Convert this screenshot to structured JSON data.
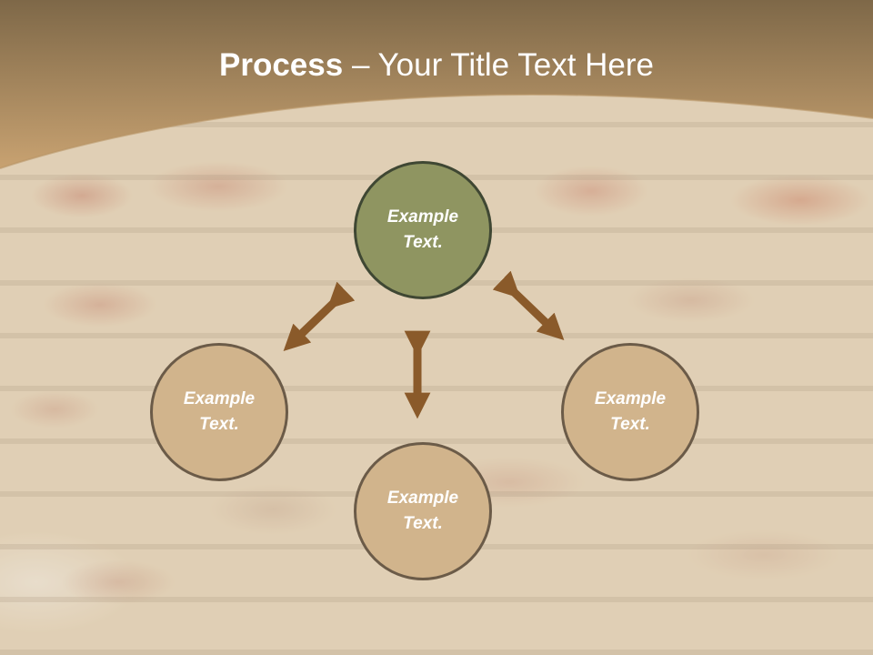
{
  "slide": {
    "title_strong": "Process",
    "title_rest": " – Your Title Text Here"
  },
  "colors": {
    "header_top": "#7e6848",
    "header_bottom": "#c8a271",
    "center_node": "#8f9561",
    "outer_node": "#d1b48c",
    "node_border": "#6b5b48",
    "arrow": "#8a5a2a"
  },
  "diagram": {
    "nodes": [
      {
        "id": "top",
        "label": "Example Text."
      },
      {
        "id": "left",
        "label": "Example Text."
      },
      {
        "id": "bottom",
        "label": "Example Text."
      },
      {
        "id": "right",
        "label": "Example Text."
      }
    ],
    "arrows": [
      "top-left",
      "top-right",
      "center-vertical"
    ]
  }
}
